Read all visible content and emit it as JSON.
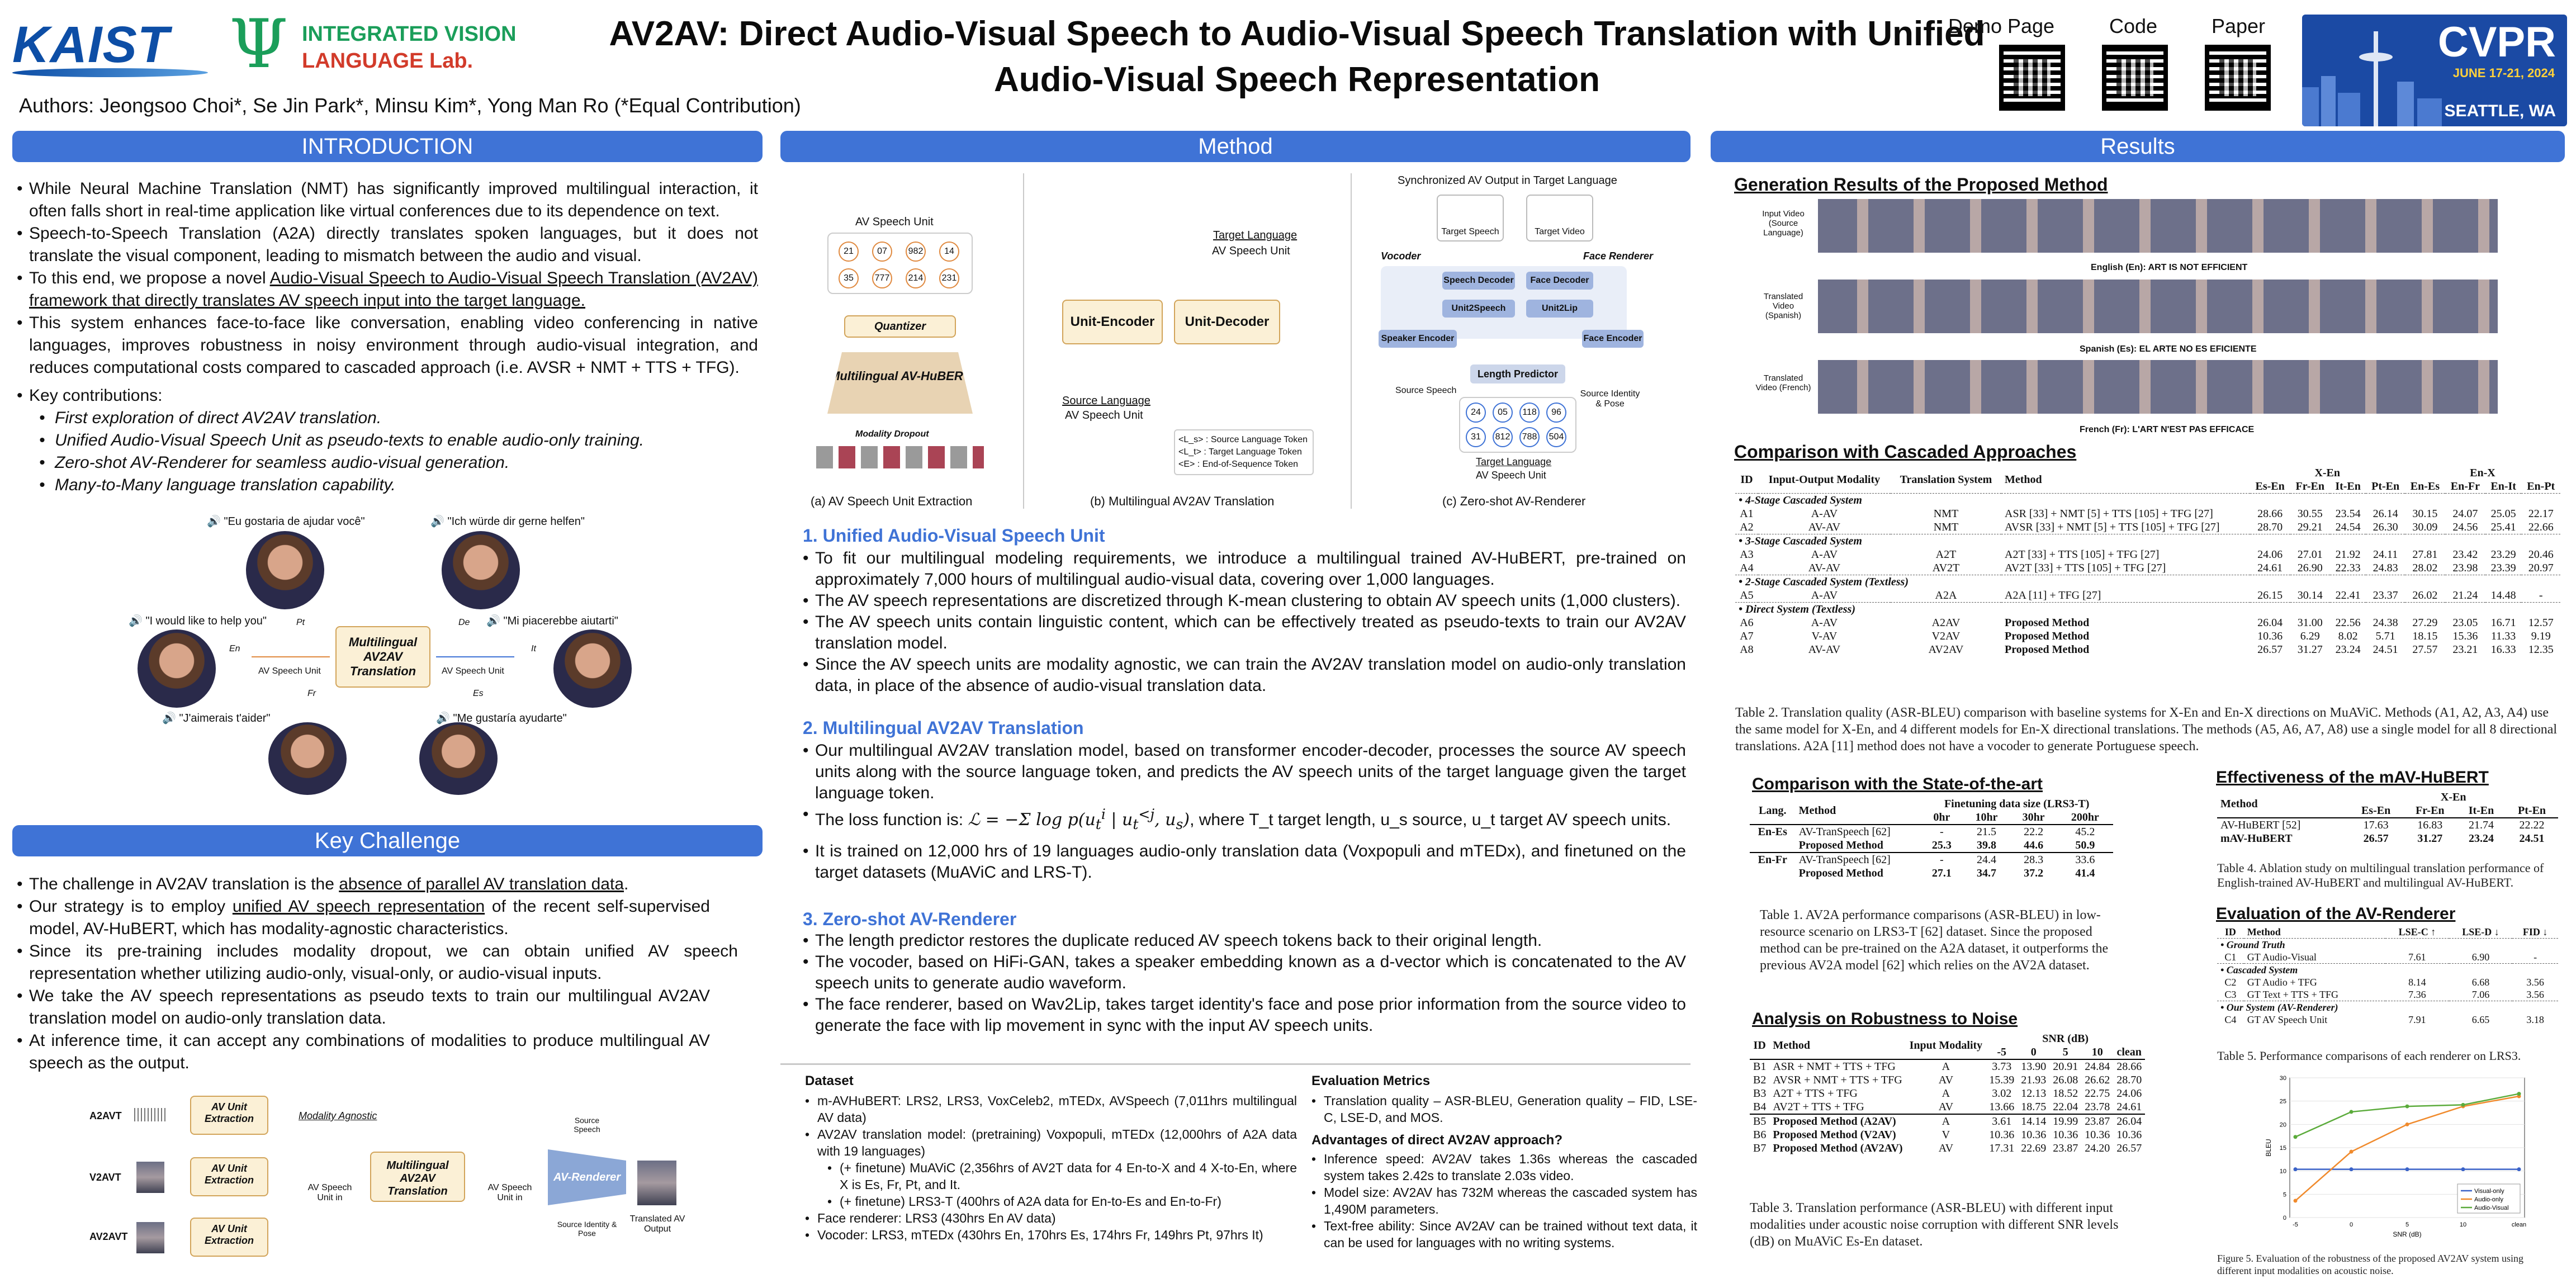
{
  "header": {
    "kaist": "KAIST",
    "lab_line1": "INTEGRATED VISION",
    "lab_line2": "LANGUAGE Lab.",
    "title": "AV2AV: Direct Audio-Visual Speech to Audio-Visual Speech Translation with Unified Audio-Visual Speech Representation",
    "authors": "Authors: Jeongsoo Choi*, Se Jin Park*, Minsu Kim*,  Yong Man Ro (*Equal Contribution)",
    "qr_labels": [
      "Demo Page",
      "Code",
      "Paper"
    ],
    "cvpr": "CVPR",
    "cvpr_dates": "JUNE 17-21, 2024",
    "cvpr_city": "SEATTLE, WA"
  },
  "sections": {
    "intro": "INTRODUCTION",
    "method": "Method",
    "results": "Results",
    "challenge": "Key Challenge"
  },
  "intro": {
    "b1": "While Neural Machine Translation (NMT) has significantly improved multilingual interaction, it often falls short in real-time application like virtual conferences due to its dependence on text.",
    "b2": "Speech-to-Speech Translation (A2A) directly translates spoken languages, but it does not translate the visual component, leading to mismatch between the audio and visual.",
    "b3_pre": "To this end, we propose a novel ",
    "b3_u": "Audio-Visual Speech to Audio-Visual Speech Translation (AV2AV) framework that directly translates AV speech input into the target language.",
    "b4": "This system enhances face-to-face like conversation, enabling video conferencing in native languages, improves robustness in noisy environment through audio-visual integration, and reduces computational costs compared to cascaded approach (i.e. AVSR + NMT + TTS + TFG).",
    "kc": "Key contributions:",
    "c1": "First exploration of direct AV2AV translation.",
    "c2": "Unified Audio-Visual Speech Unit as pseudo-texts to enable audio-only training.",
    "c3": "Zero-shot AV-Renderer for seamless audio-visual generation.",
    "c4": "Many-to-Many language translation capability.",
    "q1": "\"Eu gostaria de ajudar você\"",
    "q2": "\"Ich würde dir gerne helfen\"",
    "q3": "\"I would like to help you\"",
    "q4": "\"Mi piacerebbe aiutarti\"",
    "q5": "\"J'aimerais t'aider\"",
    "q6": "\"Me gustaría ayudarte\"",
    "center": "Multilingual AV2AV Translation",
    "unit": "AV Speech Unit",
    "langs": [
      "Pt",
      "De",
      "En",
      "It",
      "Fr",
      "Es"
    ]
  },
  "challenge": {
    "b1_pre": "The challenge in AV2AV translation is the ",
    "b1_u": "absence of parallel AV translation data",
    "b1_post": ".",
    "b2_pre": "Our strategy is to employ ",
    "b2_u": "unified AV speech representation",
    "b2_post": " of the recent self-supervised model, AV-HuBERT, which has modality-agnostic characteristics.",
    "b3": "Since its pre-training includes modality dropout, we can obtain unified AV speech representation whether utilizing audio-only, visual-only, or audio-visual inputs.",
    "b4": "We take the AV speech representations as pseudo texts to train our multilingual AV2AV translation model on audio-only translation data.",
    "b5": "At inference time, it can accept any combinations of modalities to produce multilingual AV speech as the output.",
    "rows": [
      "A2AVT",
      "V2AVT",
      "AV2AVT"
    ],
    "extract": "AV Unit Extraction",
    "agnostic": "Modality Agnostic",
    "unit_in": "AV Speech Unit in",
    "unit_out": "AV Speech Unit in",
    "center": "Multilingual AV2AV Translation",
    "renderer": "AV-Renderer",
    "source_speech": "Source Speech",
    "source_id": "Source Identity & Pose",
    "translated": "Translated AV Output"
  },
  "method": {
    "fig_a_title": "AV Speech Unit",
    "units": [
      "21",
      "07",
      "982",
      "14",
      "35",
      "777",
      "214",
      "231"
    ],
    "quantizer": "Quantizer",
    "avhubert": "Multilingual AV-HuBERT",
    "dropout": "Modality Dropout",
    "cap_a": "(a) AV Speech Unit Extraction",
    "tgt_lang": "Target Language",
    "tgt_unit": "AV Speech Unit",
    "enc": "Unit-Encoder",
    "dec": "Unit-Decoder",
    "src_lang": "Source Language",
    "src_unit": "AV Speech Unit",
    "legend1": "<L_s> : Source Language Token",
    "legend2": "<L_t> : Target Language Token",
    "legend3": "<E> : End-of-Sequence Token",
    "cap_b": "(b) Multilingual AV2AV Translation",
    "sync": "Synchronized AV Output in Target Language",
    "tgt_speech": "Target Speech",
    "tgt_video": "Target Video",
    "vocoder": "Vocoder",
    "face_renderer": "Face Renderer",
    "speech_dec": "Speech Decoder",
    "face_dec": "Face Decoder",
    "unit2speech": "Unit2Speech",
    "unit2lip": "Unit2Lip",
    "speaker_enc": "Speaker Encoder",
    "face_enc": "Face Encoder",
    "length_pred": "Length Predictor",
    "source_speech": "Source Speech",
    "source_id": "Source Identity & Pose",
    "tu_units": [
      "24",
      "05",
      "118",
      "96",
      "31",
      "812",
      "788",
      "504"
    ],
    "target_lang2": "Target Language",
    "av_unit2": "AV Speech Unit",
    "cap_c": "(c) Zero-shot AV-Renderer",
    "h1": "1. Unified Audio-Visual Speech Unit",
    "m1": "To fit our multilingual modeling requirements, we introduce a multilingual trained AV-HuBERT, pre-trained on approximately 7,000 hours of multilingual audio-visual data, covering over 1,000 languages.",
    "m2": "The AV speech representations are discretized through K-mean clustering to obtain AV speech units (1,000 clusters).",
    "m3": "The AV speech units contain linguistic content, which can be effectively treated as pseudo-texts to train our AV2AV translation model.",
    "m4": "Since the AV speech units are modality agnostic, we can train the AV2AV translation model on audio-only translation data, in place of the absence of audio-visual translation data.",
    "h2": "2. Multilingual AV2AV Translation",
    "m5": "Our multilingual AV2AV translation model, based on transformer encoder-decoder, processes the source AV speech units along with the source language token, and predicts the AV speech units of the target language given the target language token.",
    "m6_pre": "The loss function is:",
    "m6_post": ", where T_t target length, u_s source, u_t target AV speech units.",
    "m7": "It is trained on 12,000 hrs of 19 languages audio-only translation data (Voxpopuli and mTEDx), and finetuned on the target datasets (MuAViC and LRS-T).",
    "h3": "3. Zero-shot AV-Renderer",
    "m8": "The length predictor restores the duplicate reduced AV speech tokens back to their original length.",
    "m9": "The vocoder, based on HiFi-GAN, takes a speaker embedding known as a d-vector which is concatenated to the AV speech units to generate audio waveform.",
    "m10": "The face renderer, based on Wav2Lip, takes target identity's face and pose prior information from the source video to generate the face with lip movement in sync with the input AV speech units.",
    "ds_h": "Dataset",
    "ds": [
      "m-AVHuBERT: LRS2, LRS3, VoxCeleb2, mTEDx, AVSpeech (7,011hrs multilingual AV data)",
      "AV2AV translation model: (pretraining) Voxpopuli, mTEDx (12,000hrs of A2A data with 19 languages)",
      "(+ finetune) MuAViC (2,356hrs of AV2T data for 4 En-to-X and 4 X-to-En, where X is Es, Fr, Pt, and It.",
      "(+ finetune) LRS3-T (400hrs of A2A data for En-to-Es and En-to-Fr)",
      "Face renderer: LRS3 (430hrs En AV data)",
      "Vocoder: LRS3, mTEDx (430hrs En, 170hrs Es, 174hrs Fr, 149hrs Pt,  97hrs It)"
    ],
    "ev_h": "Evaluation Metrics",
    "ev1": "Translation quality – ASR-BLEU, Generation quality – FID, LSE-C, LSE-D, and MOS.",
    "adv_h": "Advantages of direct AV2AV approach?",
    "adv": [
      "Inference speed: AV2AV takes 1.36s whereas the cascaded system takes 2.42s to translate 2.03s video.",
      "Model size: AV2AV has 732M whereas the cascaded system has 1,490M parameters.",
      "Text-free ability: Since AV2AV can be trained without text data, it can be used for languages with no writing systems."
    ]
  },
  "results": {
    "gen_h": "Generation Results of the Proposed Method",
    "gen_rows": [
      "Input Video (Source Language)",
      "Translated Video (Spanish)",
      "Translated Video (French)"
    ],
    "gen_caps": [
      "English (En): ART IS NOT EFFICIENT",
      "Spanish (Es): EL ARTE NO ES EFICIENTE",
      "French (Fr): L'ART N'EST PAS EFFICACE"
    ],
    "cmp_h": "Comparison with Cascaded Approaches",
    "t2_head": [
      "ID",
      "Input-Output Modality",
      "Translation System",
      "Method",
      "X-En",
      "En-X"
    ],
    "t2_sub": [
      "Es-En",
      "Fr-En",
      "It-En",
      "Pt-En",
      "En-Es",
      "En-Fr",
      "En-It",
      "En-Pt"
    ],
    "t2_groups": [
      "4-Stage Cascaded System",
      "3-Stage Cascaded System",
      "2-Stage Cascaded System (Textless)",
      "Direct System (Textless)"
    ],
    "t2_rows": [
      [
        "A1",
        "A-AV",
        "NMT",
        "ASR [33] + NMT [5] + TTS [105] + TFG [27]",
        "28.66",
        "30.55",
        "23.54",
        "26.14",
        "30.15",
        "24.07",
        "25.05",
        "22.17"
      ],
      [
        "A2",
        "AV-AV",
        "NMT",
        "AVSR [33] + NMT [5] + TTS [105] + TFG [27]",
        "28.70",
        "29.21",
        "24.54",
        "26.30",
        "30.09",
        "24.56",
        "25.41",
        "22.66"
      ],
      [
        "A3",
        "A-AV",
        "A2T",
        "A2T [33] + TTS [105] + TFG [27]",
        "24.06",
        "27.01",
        "21.92",
        "24.11",
        "27.81",
        "23.42",
        "23.29",
        "20.46"
      ],
      [
        "A4",
        "AV-AV",
        "AV2T",
        "AV2T [33] + TTS [105] + TFG [27]",
        "24.61",
        "26.90",
        "22.33",
        "24.83",
        "28.02",
        "23.98",
        "23.39",
        "20.97"
      ],
      [
        "A5",
        "A-AV",
        "A2A",
        "A2A [11] + TFG [27]",
        "26.15",
        "30.14",
        "22.41",
        "23.37",
        "26.02",
        "21.24",
        "14.48",
        "-"
      ],
      [
        "A6",
        "A-AV",
        "A2AV",
        "Proposed Method",
        "26.04",
        "31.00",
        "22.56",
        "24.38",
        "27.29",
        "23.05",
        "16.71",
        "12.57"
      ],
      [
        "A7",
        "V-AV",
        "V2AV",
        "Proposed Method",
        "10.36",
        "6.29",
        "8.02",
        "5.71",
        "18.15",
        "15.36",
        "11.33",
        "9.19"
      ],
      [
        "A8",
        "AV-AV",
        "AV2AV",
        "Proposed Method",
        "26.57",
        "31.27",
        "23.24",
        "24.51",
        "27.57",
        "23.21",
        "16.33",
        "12.35"
      ]
    ],
    "t2_cap": "Table 2.  Translation quality (ASR-BLEU) comparison with baseline systems for X-En and En-X directions on MuAViC. Methods (A1, A2, A3, A4) use the same model for X-En, and 4 different models for En-X directional translations. The methods (A5, A6, A7, A8) use a single model for all 8 directional translations. A2A [11] method does not have a vocoder to generate Portuguese speech.",
    "sota_h": "Comparison with the State-of-the-art",
    "t1_head": [
      "Lang.",
      "Method",
      "Finetuning data size (LRS3-T)"
    ],
    "t1_sub": [
      "0hr",
      "10hr",
      "30hr",
      "200hr"
    ],
    "t1_rows": [
      [
        "En-Es",
        "AV-TranSpeech [62]",
        "-",
        "21.5",
        "22.2",
        "45.2"
      ],
      [
        "",
        "Proposed Method",
        "25.3",
        "39.8",
        "44.6",
        "50.9"
      ],
      [
        "En-Fr",
        "AV-TranSpeech [62]",
        "-",
        "24.4",
        "28.3",
        "33.6"
      ],
      [
        "",
        "Proposed Method",
        "27.1",
        "34.7",
        "37.2",
        "41.4"
      ]
    ],
    "t1_cap": "Table 1.   AV2A performance comparisons (ASR-BLEU) in low-resource scenario on LRS3-T [62] dataset.  Since the proposed method can be pre-trained on the A2A dataset, it outperforms the previous AV2A model [62] which relies on the AV2A dataset.",
    "eff_h": "Effectiveness of the mAV-HuBERT",
    "t4_head": [
      "Method",
      "X-En"
    ],
    "t4_sub": [
      "Es-En",
      "Fr-En",
      "It-En",
      "Pt-En"
    ],
    "t4_rows": [
      [
        "AV-HuBERT [52]",
        "17.63",
        "16.83",
        "21.74",
        "22.22"
      ],
      [
        "mAV-HuBERT",
        "26.57",
        "31.27",
        "23.24",
        "24.51"
      ]
    ],
    "t4_cap": "Table 4.  Ablation study on multilingual translation performance of English-trained AV-HuBERT and multilingual AV-HuBERT.",
    "eval_h": "Evaluation of the AV-Renderer",
    "t5_head": [
      "ID",
      "Method",
      "LSE-C ↑",
      "LSE-D ↓",
      "FID ↓"
    ],
    "t5_groups": [
      "Ground Truth",
      "Cascaded System",
      "Our System (AV-Renderer)"
    ],
    "t5_rows": [
      [
        "C1",
        "GT Audio-Visual",
        "7.61",
        "6.90",
        "-"
      ],
      [
        "C2",
        "GT Audio + TFG",
        "8.14",
        "6.68",
        "3.56"
      ],
      [
        "C3",
        "GT Text + TTS + TFG",
        "7.36",
        "7.06",
        "3.56"
      ],
      [
        "C4",
        "GT AV Speech Unit",
        "7.91",
        "6.65",
        "3.18"
      ]
    ],
    "t5_cap": "Table 5. Performance comparisons of each renderer on LRS3.",
    "rob_h": "Analysis on Robustness to Noise",
    "t3_head": [
      "ID",
      "Method",
      "Input Modality",
      "SNR (dB)"
    ],
    "t3_sub": [
      "-5",
      "0",
      "5",
      "10",
      "clean"
    ],
    "t3_rows": [
      [
        "B1",
        "ASR + NMT + TTS + TFG",
        "A",
        "3.73",
        "13.90",
        "20.91",
        "24.84",
        "28.66"
      ],
      [
        "B2",
        "AVSR + NMT + TTS + TFG",
        "AV",
        "15.39",
        "21.93",
        "26.08",
        "26.62",
        "28.70"
      ],
      [
        "B3",
        "A2T + TTS + TFG",
        "A",
        "3.02",
        "12.13",
        "18.52",
        "22.75",
        "24.06"
      ],
      [
        "B4",
        "AV2T + TTS + TFG",
        "AV",
        "13.66",
        "18.75",
        "22.04",
        "23.78",
        "24.61"
      ],
      [
        "B5",
        "Proposed Method (A2AV)",
        "A",
        "3.61",
        "14.14",
        "19.99",
        "23.87",
        "26.04"
      ],
      [
        "B6",
        "Proposed Method (V2AV)",
        "V",
        "10.36",
        "10.36",
        "10.36",
        "10.36",
        "10.36"
      ],
      [
        "B7",
        "Proposed Method (AV2AV)",
        "AV",
        "17.31",
        "22.69",
        "23.87",
        "24.20",
        "26.57"
      ]
    ],
    "t3_cap": "Table 3.  Translation performance (ASR-BLEU) with different input modalities under acoustic noise corruption with different SNR levels (dB) on MuAViC Es-En dataset.",
    "fig5_cap": "Figure 5.  Evaluation of the robustness of the proposed AV2AV system using different input modalities on acoustic noise.",
    "chart_data": {
      "type": "line",
      "categories": [
        "-5",
        "0",
        "5",
        "10",
        "clean"
      ],
      "xlabel": "SNR (dB)",
      "ylabel": "BLEU",
      "ylim": [
        0,
        30
      ],
      "series": [
        {
          "name": "Visual-only",
          "values": [
            10.36,
            10.36,
            10.36,
            10.36,
            10.36
          ],
          "color": "#3a62c8"
        },
        {
          "name": "Audio-only",
          "values": [
            3.61,
            14.14,
            19.99,
            23.87,
            26.04
          ],
          "color": "#f08a2c"
        },
        {
          "name": "Audio-Visual",
          "values": [
            17.31,
            22.69,
            23.87,
            24.2,
            26.57
          ],
          "color": "#5bab3b"
        }
      ],
      "yticks": [
        "0",
        "5",
        "10",
        "15",
        "20",
        "25",
        "30"
      ]
    }
  }
}
